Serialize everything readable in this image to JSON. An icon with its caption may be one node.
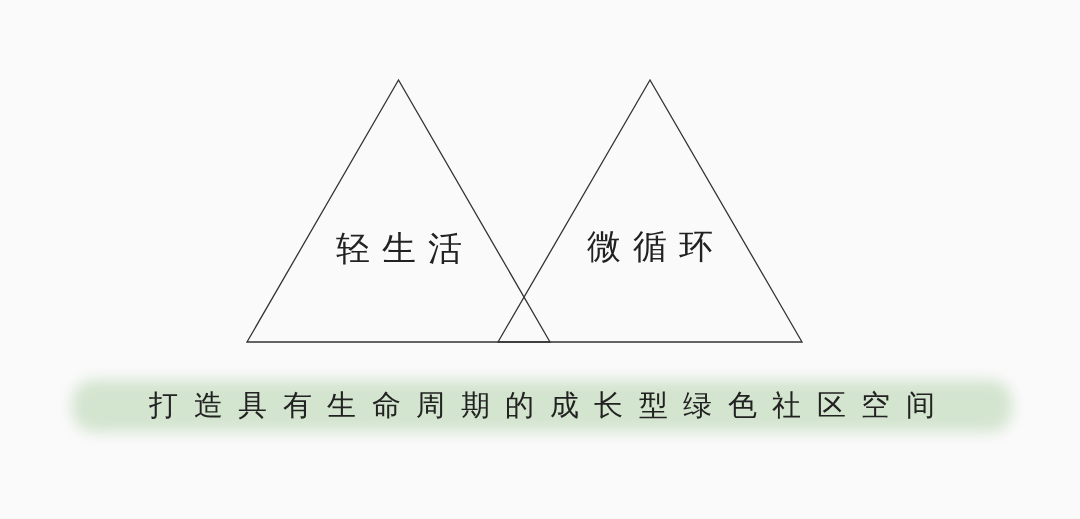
{
  "diagram": {
    "nodes": [
      {
        "text": [
          "轻生活"
        ]
      },
      {
        "text": [
          "微循环"
        ]
      },
      {
        "text": [
          "打造具有生命周期的成长型绿色社区空间"
        ]
      }
    ]
  }
}
